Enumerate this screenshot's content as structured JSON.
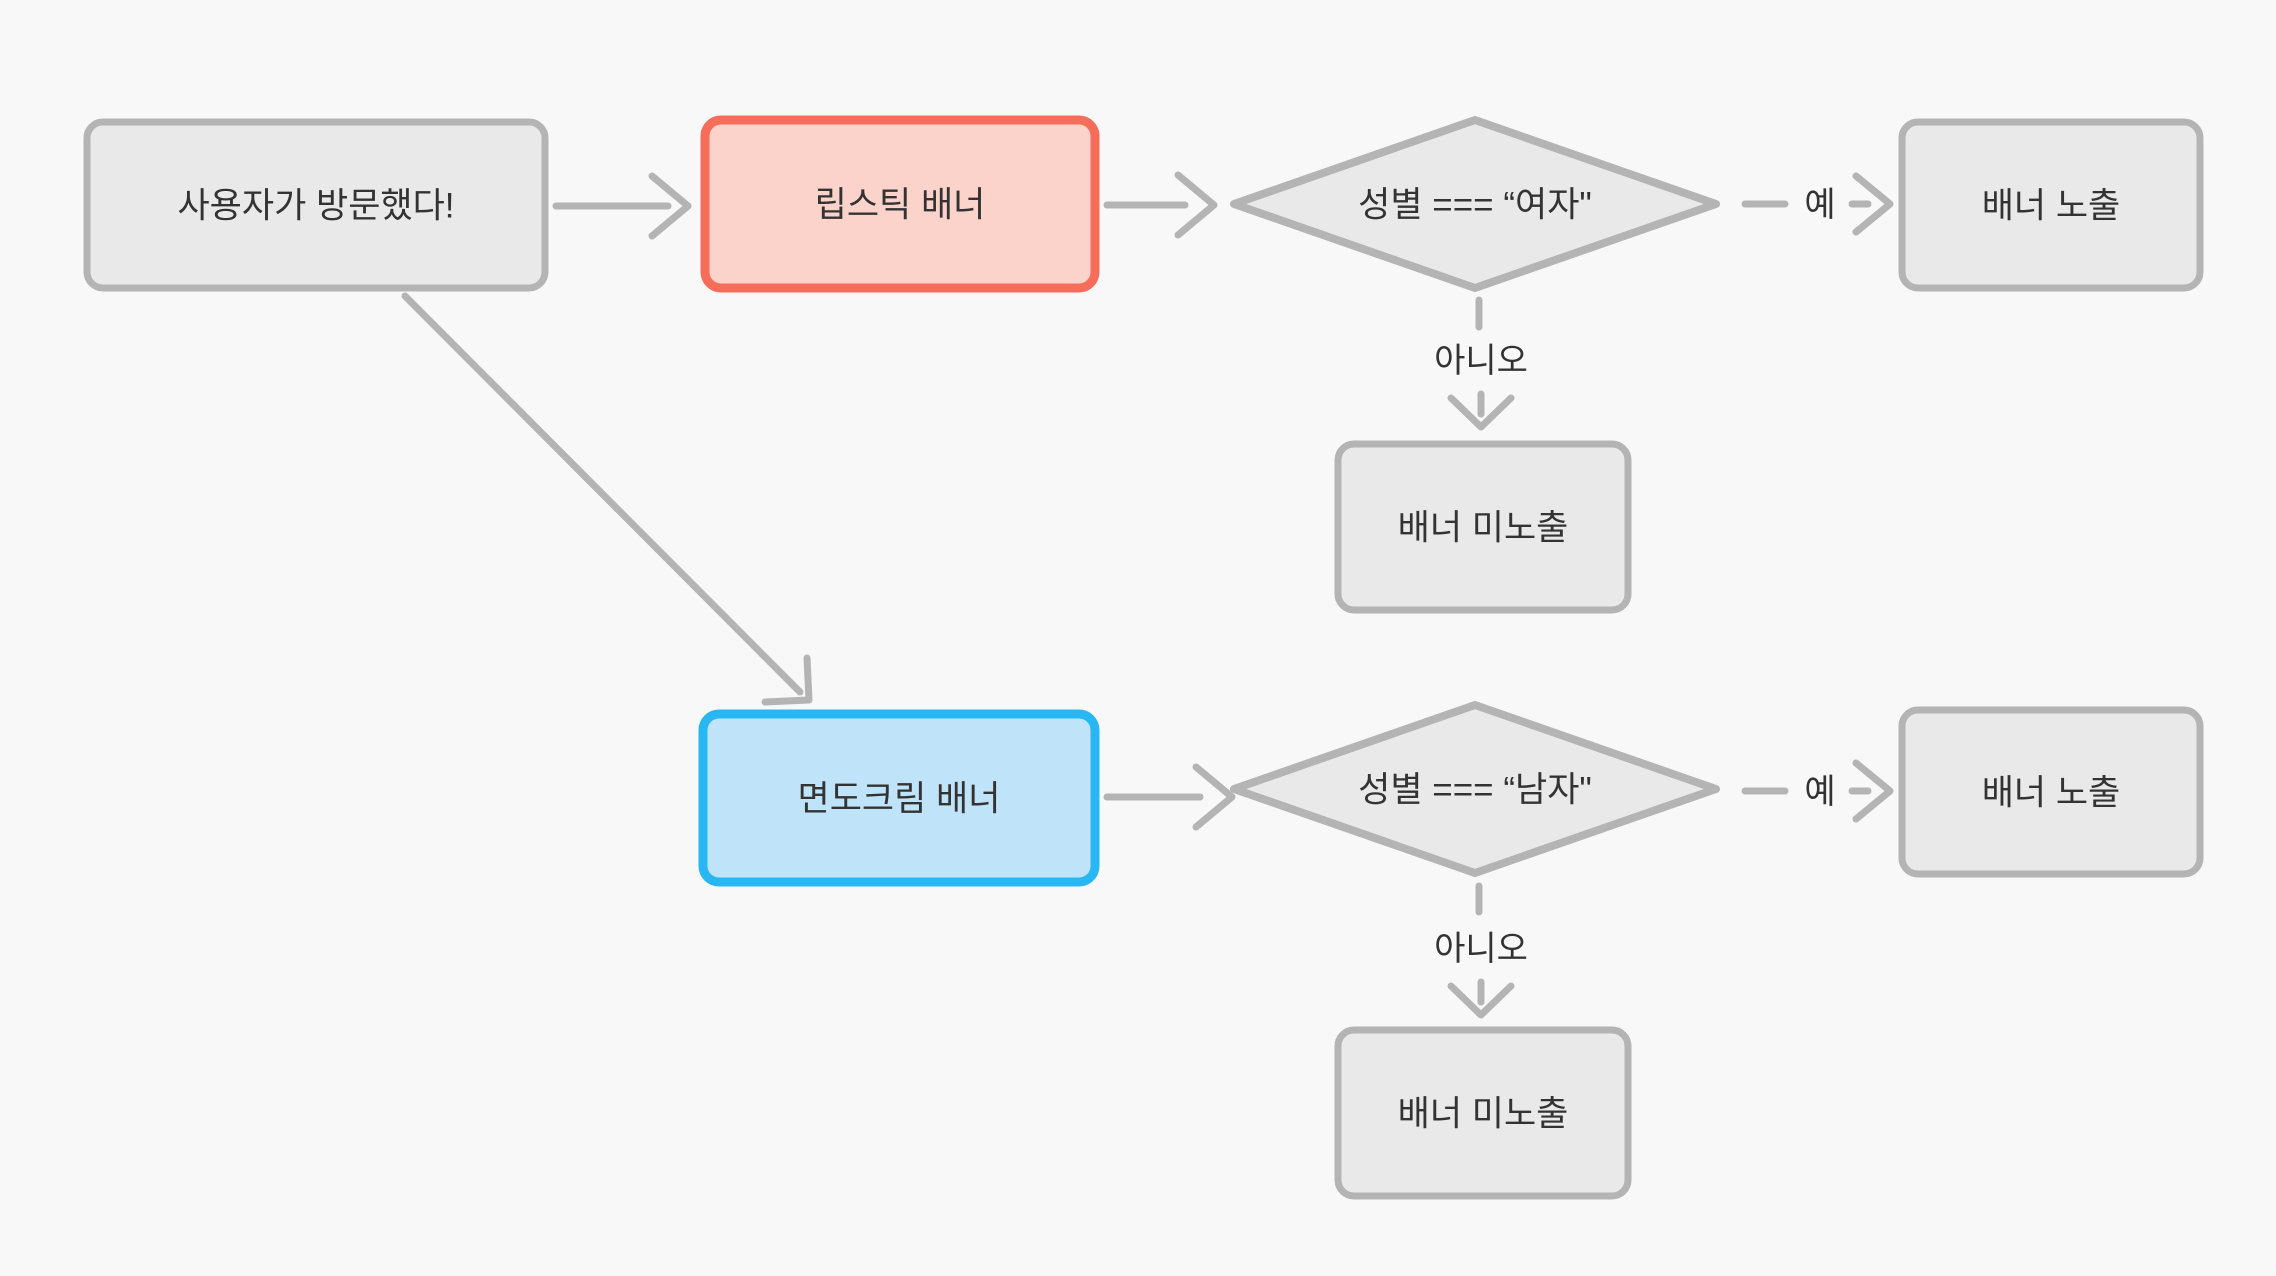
{
  "diagram": {
    "background": "#f8f8f8",
    "stroke_gray": "#b4b4b4",
    "node_fill_gray": "#e9e9e9",
    "text_color": "#333333",
    "nodes": {
      "start": {
        "label": "사용자가 방문했다!"
      },
      "lipstick_banner": {
        "label": "립스틱 배너",
        "fill": "#fcd3cb",
        "border": "#f66e5a"
      },
      "decision_female": {
        "label": "성별 === “여자\""
      },
      "show_banner_1": {
        "label": "배너 노출"
      },
      "hide_banner_1": {
        "label": "배너 미노출"
      },
      "shaving_cream_banner": {
        "label": "면도크림 배너",
        "fill": "#bfe4fa",
        "border": "#29b7f4"
      },
      "decision_male": {
        "label": "성별 === “남자\""
      },
      "show_banner_2": {
        "label": "배너 노출"
      },
      "hide_banner_2": {
        "label": "배너 미노출"
      }
    },
    "edge_labels": {
      "yes1": "예",
      "no1": "아니오",
      "yes2": "예",
      "no2": "아니오"
    }
  }
}
